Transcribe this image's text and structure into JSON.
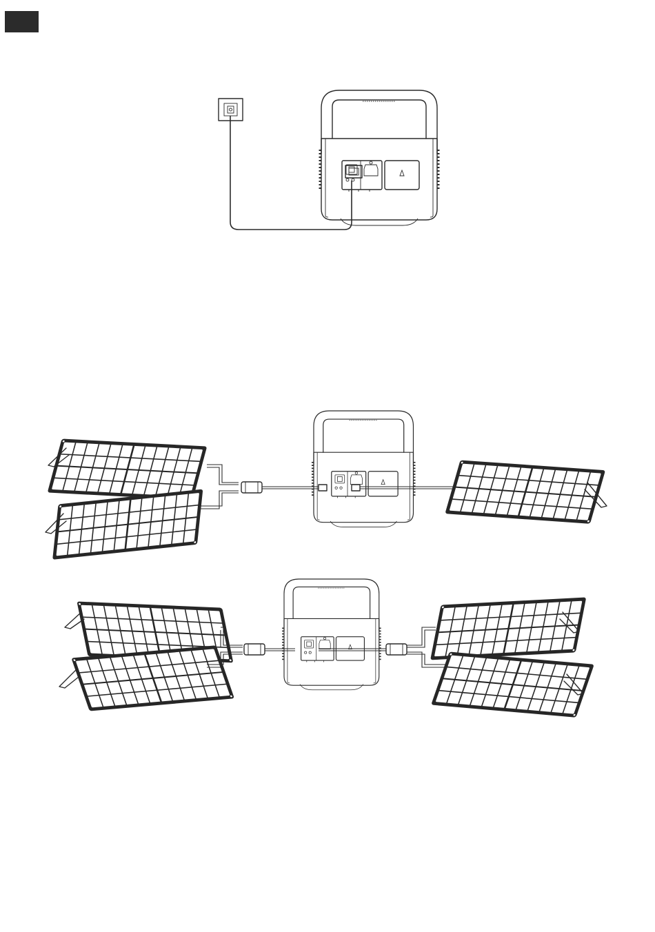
{
  "colors": {
    "page_background": "#ffffff",
    "line": "#2a2a2a",
    "page_tab": "#2b2b2b",
    "panel_frame": "#262626",
    "panel_glass": "#ffffff"
  },
  "figures": [
    {
      "id": "wall-charging",
      "nodes": [
        "wall-outlet",
        "power-station"
      ]
    },
    {
      "id": "solar-three-panels",
      "nodes": [
        "solar-panel",
        "solar-panel",
        "y-branch-connector",
        "power-station",
        "solar-panel"
      ]
    },
    {
      "id": "solar-four-panels",
      "nodes": [
        "solar-panel",
        "solar-panel",
        "y-branch-connector",
        "power-station",
        "y-branch-connector",
        "solar-panel",
        "solar-panel"
      ]
    }
  ]
}
